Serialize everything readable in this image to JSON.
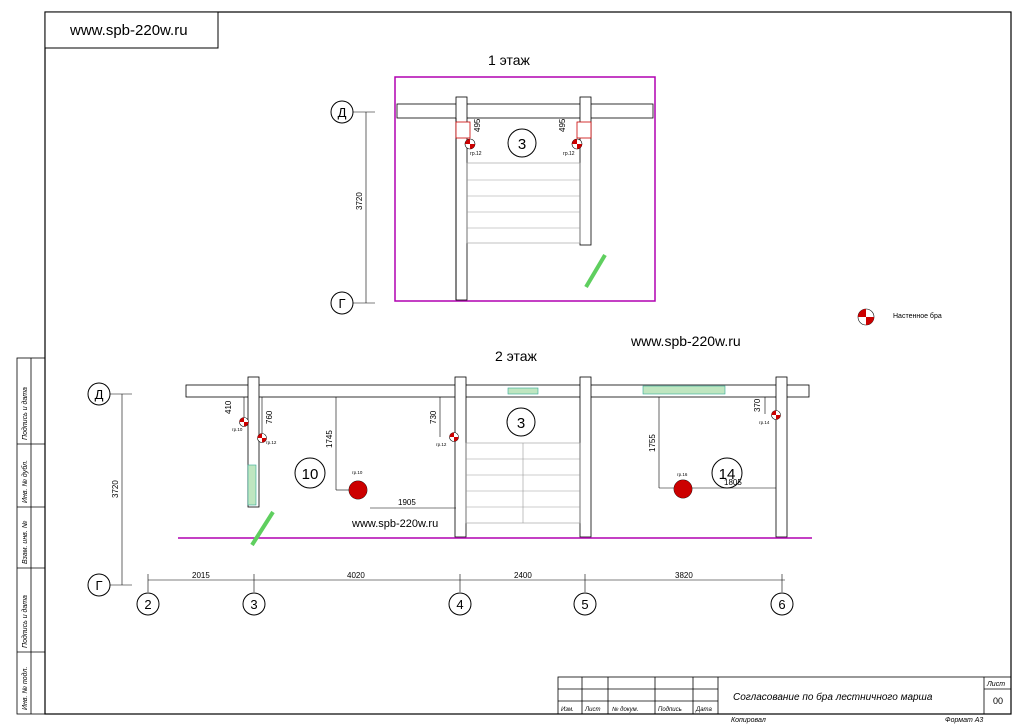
{
  "site_url": "www.spb-220w.ru",
  "floor1": {
    "title": "1  этаж",
    "room": "3",
    "axis_top": "Д",
    "axis_bottom": "Г",
    "dim_vertical": "3720",
    "dim_left": "495",
    "dim_right": "495",
    "lamp_label_left": "гр.12",
    "lamp_label_right": "гр.12"
  },
  "floor2": {
    "title": "2  этаж",
    "axis_top": "Д",
    "axis_bottom": "Г",
    "dim_vertical": "3720",
    "rooms": [
      "10",
      "3",
      "14"
    ],
    "dims": {
      "d410": "410",
      "d760": "760",
      "d1745": "1745",
      "d730": "730",
      "d1905": "1905",
      "d1755": "1755",
      "d1805": "1805",
      "d370": "370"
    },
    "lamp_labels": {
      "a": "гр.10",
      "b": "гр.12",
      "c": "гр.10",
      "d": "гр.12",
      "e": "гр.16",
      "f": "гр.14"
    },
    "bottom_axes": [
      "2",
      "3",
      "4",
      "5",
      "6"
    ],
    "bottom_dims": [
      "2015",
      "4020",
      "2400",
      "3820"
    ]
  },
  "legend": {
    "label": "Настенное бра"
  },
  "side_stamp": [
    "Подпись и дата",
    "Инв. № дубл.",
    "Взам. инв. №",
    "Подпись и дата",
    "Инв. № подл."
  ],
  "title_block": {
    "title": "Согласование по бра лестничного марша",
    "sheet_label": "Лист",
    "sheet_value": "00",
    "cols": [
      "Изм.",
      "Лист",
      "№ докум.",
      "Подпись",
      "Дата"
    ],
    "copied": "Копировал",
    "format": "Формат А3"
  },
  "colors": {
    "frame_magenta": "#b000b0",
    "lamp_red": "#cc0000",
    "window_green": "#5fcf5f"
  }
}
